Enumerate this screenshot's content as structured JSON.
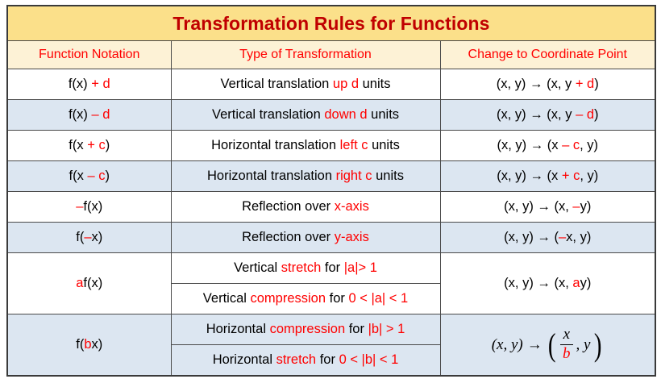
{
  "document": {
    "title": "Transformation Rules for Functions",
    "columns": [
      "Function Notation",
      "Type of Transformation",
      "Change to Coordinate Point"
    ],
    "colors": {
      "title_text": "#C00000",
      "title_background": "#FBE08A",
      "header_text": "#FF0000",
      "header_background": "#FDF2D6",
      "emphasis": "#FF0000",
      "row_band_white": "#FFFFFF",
      "row_band_blue": "#DCE6F1",
      "border": "#4A4A4A",
      "body_text": "#000000"
    },
    "rows": [
      {
        "notation_plain": "f(x) + d",
        "notation": {
          "black1": "f(x) ",
          "red": "+ d",
          "black2": ""
        },
        "type_plain": "Vertical translation up d units",
        "type": {
          "pre": "Vertical translation ",
          "red": "up d",
          "post": " units"
        },
        "coord_plain": "(x, y) → (x, y + d)",
        "coord": {
          "pre": "(x, y) → (x, y ",
          "red": "+ d",
          "post": ")"
        },
        "band": "white"
      },
      {
        "notation_plain": "f(x) – d",
        "notation": {
          "black1": "f(x) ",
          "red": "– d",
          "black2": ""
        },
        "type_plain": "Vertical translation down d units",
        "type": {
          "pre": "Vertical translation ",
          "red": "down d",
          "post": " units"
        },
        "coord_plain": "(x, y) → (x, y – d)",
        "coord": {
          "pre": "(x, y) → (x, y ",
          "red": "– d",
          "post": ")"
        },
        "band": "blue"
      },
      {
        "notation_plain": "f(x + c)",
        "notation": {
          "black1": "f(x ",
          "red": "+ c",
          "black2": ")"
        },
        "type_plain": "Horizontal translation left c units",
        "type": {
          "pre": "Horizontal translation ",
          "red": "left c",
          "post": " units"
        },
        "coord_plain": "(x, y) → (x – c, y)",
        "coord": {
          "pre": "(x, y) → (x ",
          "red": "– c",
          "post": ", y)"
        },
        "band": "white"
      },
      {
        "notation_plain": "f(x – c)",
        "notation": {
          "black1": "f(x ",
          "red": "– c",
          "black2": ")"
        },
        "type_plain": "Horizontal translation right c units",
        "type": {
          "pre": "Horizontal translation ",
          "red": "right c",
          "post": " units"
        },
        "coord_plain": "(x, y) → (x + c, y)",
        "coord": {
          "pre": "(x, y) → (x ",
          "red": "+ c",
          "post": ", y)"
        },
        "band": "blue"
      },
      {
        "notation_plain": "–f(x)",
        "notation": {
          "black1": "",
          "red": "–",
          "black2": "f(x)"
        },
        "type_plain": "Reflection over x-axis",
        "type": {
          "pre": "Reflection over ",
          "red": "x-axis",
          "post": ""
        },
        "coord_plain": "(x, y) → (x, –y)",
        "coord": {
          "pre": "(x, y) → (x, ",
          "red": "–",
          "post": "y)"
        },
        "band": "white"
      },
      {
        "notation_plain": "f(–x)",
        "notation": {
          "black1": "f(",
          "red": "–",
          "black2": "x)"
        },
        "type_plain": "Reflection over y-axis",
        "type": {
          "pre": "Reflection over ",
          "red": "y-axis",
          "post": ""
        },
        "coord_plain": "(x, y) → (–x, y)",
        "coord": {
          "pre": "(x, y) → (",
          "red": "–",
          "post": "x, y)"
        },
        "band": "blue"
      }
    ],
    "split_blocks": [
      {
        "notation_plain": "af(x)",
        "notation": {
          "red": "a",
          "black": "f(x)"
        },
        "band": "white",
        "sub_rows": [
          {
            "type_plain": "Vertical stretch for |a|> 1",
            "type": {
              "pre": "Vertical ",
              "red1": "stretch",
              "mid": " for ",
              "red2": "|a|> 1"
            }
          },
          {
            "type_plain": "Vertical compression for 0 < |a| < 1",
            "type": {
              "pre": "Vertical ",
              "red1": "compression",
              "mid": " for ",
              "red2": "0 < |a| < 1"
            }
          }
        ],
        "coord_plain": "(x, y) → (x, ay)",
        "coord": {
          "pre": "(x, y) → (x, ",
          "red": "a",
          "post": "y)"
        }
      },
      {
        "notation_plain": "f(bx)",
        "notation_parts": {
          "b1": "f(",
          "red": "b",
          "b2": "x)"
        },
        "band": "blue",
        "sub_rows": [
          {
            "type_plain": "Horizontal compression for |b| > 1",
            "type": {
              "pre": "Horizontal ",
              "red1": "compression",
              "mid": " for ",
              "red2": "|b| > 1"
            }
          },
          {
            "type_plain": "Horizontal stretch for 0 < |b| < 1",
            "type": {
              "pre": "Horizontal ",
              "red1": "stretch",
              "mid": " for ",
              "red2": "0 < |b| < 1"
            }
          }
        ],
        "coord_plain": "(x, y) → ( x/b , y )",
        "coord_math": {
          "lead": "(x, y)",
          "arrow": "→",
          "open_paren": "(",
          "numerator": "x",
          "denominator": "b",
          "second": ", y",
          "close_paren": ")"
        }
      }
    ]
  }
}
